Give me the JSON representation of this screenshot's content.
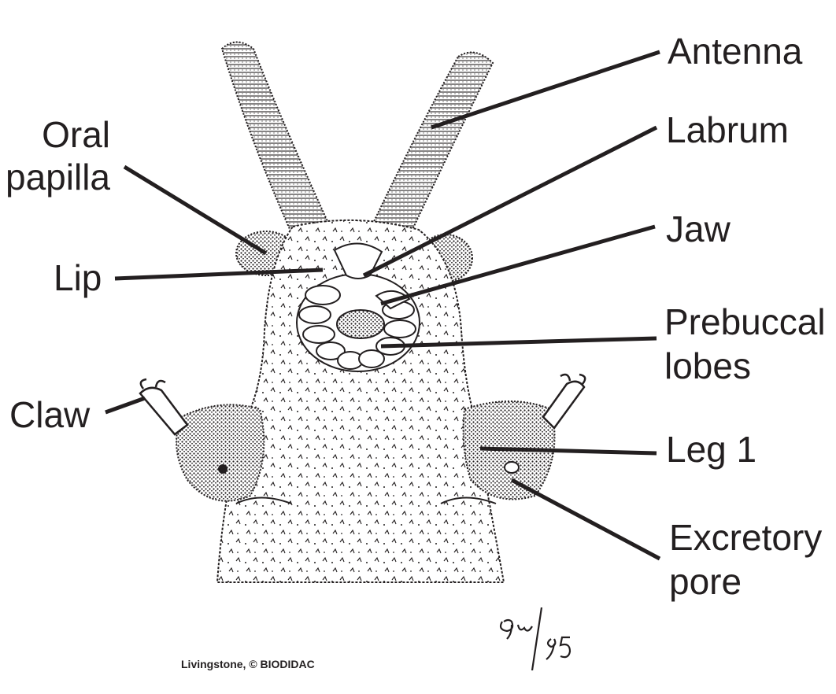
{
  "labels": {
    "antenna": "Antenna",
    "labrum": "Labrum",
    "jaw": "Jaw",
    "prebuccal_1": "Prebuccal",
    "prebuccal_2": "lobes",
    "leg1": "Leg 1",
    "excretory_1": "Excretory",
    "excretory_2": "pore",
    "oral_1": "Oral",
    "oral_2": "papilla",
    "lip": "Lip",
    "claw": "Claw"
  },
  "credit": "Livingstone, © BIODIDAC",
  "signature": "9w/95",
  "colors": {
    "ink": "#231f20",
    "paper": "#ffffff"
  }
}
